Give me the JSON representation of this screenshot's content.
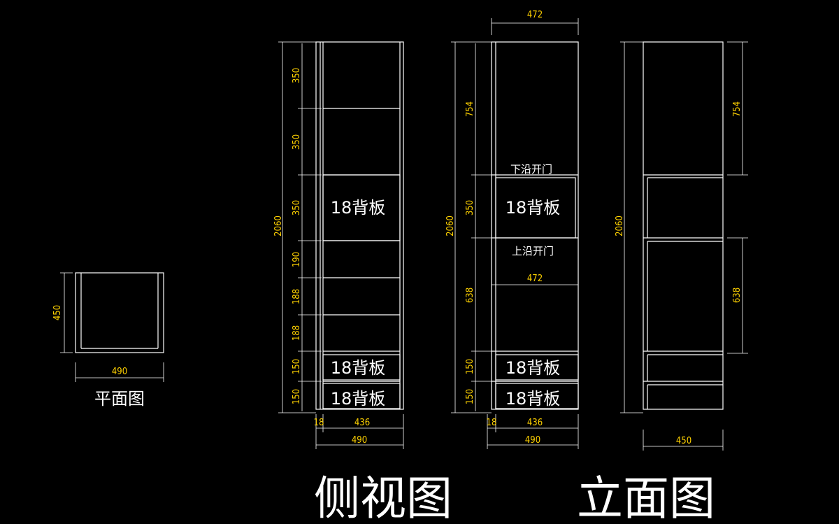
{
  "colors": {
    "background": "#000000",
    "lines": "#ffffff",
    "dimensions": "#ffd200"
  },
  "plan_view": {
    "title": "平面图",
    "width": "490",
    "depth": "450"
  },
  "side_view": {
    "title": "侧视图",
    "total_height": "2060",
    "shelf_spacings": [
      "350",
      "350",
      "350",
      "190",
      "188",
      "188",
      "150",
      "150"
    ],
    "back_panel_labels": [
      "18背板",
      "18背板",
      "18背板"
    ],
    "bottom_dims": {
      "panel": "18",
      "inner": "436",
      "total": "490"
    }
  },
  "front_left": {
    "top_width": "472",
    "total_height": "2060",
    "spacings": [
      "754",
      "350",
      "638",
      "150",
      "150"
    ],
    "door_down_label": "下沿开门",
    "door_up_label": "上沿开门",
    "mid_width": "472",
    "back_panel_labels": [
      "18背板",
      "18背板",
      "18背板"
    ],
    "bottom_dims": {
      "panel": "18",
      "inner": "436",
      "total": "490"
    }
  },
  "elevation": {
    "title": "立面图",
    "total_height": "2060",
    "spacings": [
      "754",
      "638"
    ],
    "width": "450"
  }
}
